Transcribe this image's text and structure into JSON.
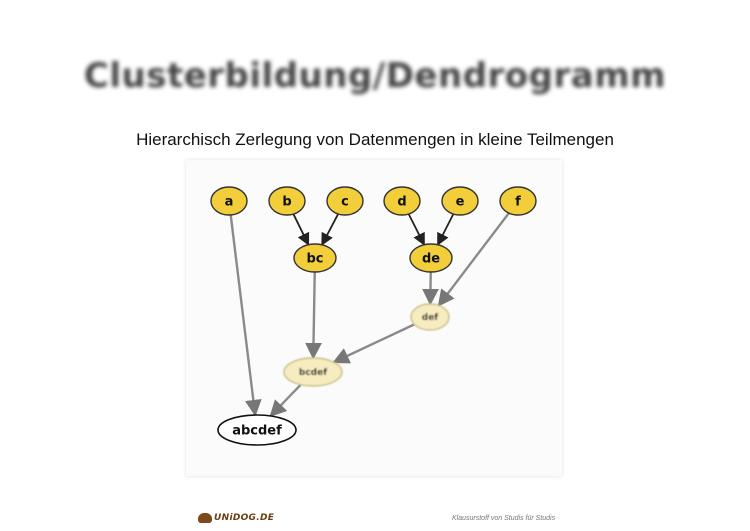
{
  "slide": {
    "title": "Clusterbildung/Dendrogramm",
    "subtitle": "Hierarchisch Zerlegung von Datenmengen in kleine Teilmengen",
    "logo_text": "UNiDOG.DE",
    "footer_text": "Klausurstoff  von  Studis  für  Studis"
  },
  "colors": {
    "node_yellow": "#f2cf3a",
    "node_outline": "#333333",
    "faded_fill": "#f6ecc0",
    "root_fill": "#ffffff"
  },
  "diagram": {
    "nodes": [
      {
        "id": "a",
        "label": "a"
      },
      {
        "id": "b",
        "label": "b"
      },
      {
        "id": "c",
        "label": "c"
      },
      {
        "id": "d",
        "label": "d"
      },
      {
        "id": "e",
        "label": "e"
      },
      {
        "id": "f",
        "label": "f"
      },
      {
        "id": "bc",
        "label": "bc"
      },
      {
        "id": "de",
        "label": "de"
      },
      {
        "id": "def",
        "label": "def"
      },
      {
        "id": "bcdef",
        "label": "bcdef"
      },
      {
        "id": "abcdef",
        "label": "abcdef"
      }
    ],
    "edges": [
      {
        "from": "b",
        "to": "bc"
      },
      {
        "from": "c",
        "to": "bc"
      },
      {
        "from": "d",
        "to": "de"
      },
      {
        "from": "e",
        "to": "de"
      },
      {
        "from": "de",
        "to": "def"
      },
      {
        "from": "f",
        "to": "def"
      },
      {
        "from": "bc",
        "to": "bcdef"
      },
      {
        "from": "def",
        "to": "bcdef"
      },
      {
        "from": "a",
        "to": "abcdef"
      },
      {
        "from": "bcdef",
        "to": "abcdef"
      }
    ]
  }
}
